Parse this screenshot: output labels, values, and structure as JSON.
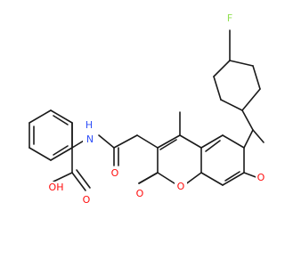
{
  "structure": {
    "atom_labels": {
      "fluorine": "F",
      "nitrogen_h": "H",
      "nitrogen": "N",
      "hydroxyl": "OH",
      "carbonyl_o_acid": "O",
      "carbonyl_o_amide": "O",
      "carbonyl_o_lactone": "O",
      "ring_o_pyranone": "O",
      "ring_o_furan": "O",
      "methyl": ""
    },
    "colors": {
      "oxygen": "#ff0d0d",
      "nitrogen": "#3050f8",
      "fluorine": "#90e050",
      "carbon": "#1a1a1a"
    }
  }
}
